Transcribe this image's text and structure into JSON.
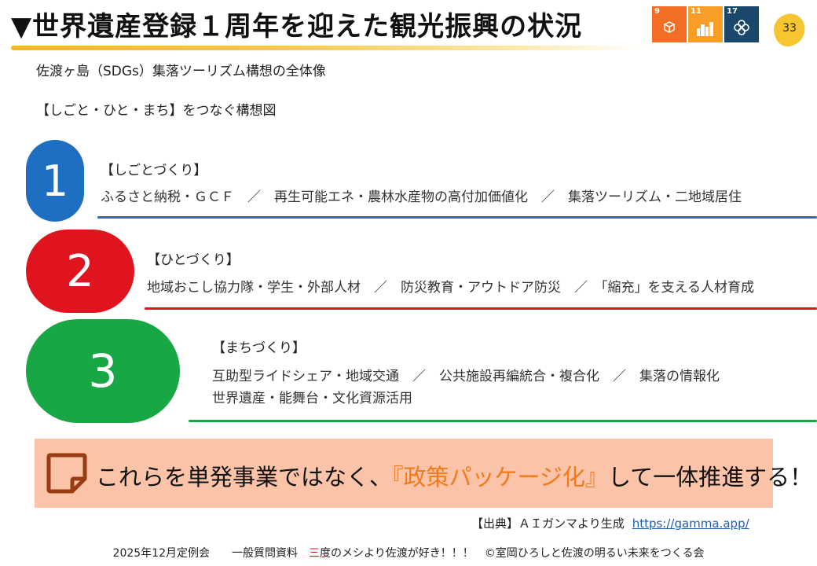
{
  "header": {
    "title": "▼世界遺産登録１周年を迎えた観光振興の状況",
    "page_number": "33",
    "sdg_icons": [
      {
        "number": "9",
        "color": "#f36d25",
        "icon": "cubes-icon"
      },
      {
        "number": "11",
        "color": "#f99d26",
        "icon": "city-buildings-icon"
      },
      {
        "number": "17",
        "color": "#19486a",
        "icon": "partnership-flower-icon"
      }
    ]
  },
  "subtitle": "佐渡ヶ島（SDGs）集落ツーリズム構想の全体像",
  "concept_label": "【しごと・ひと・まち】をつなぐ構想図",
  "sections": [
    {
      "number": "1",
      "heading": "【しごとづくり】",
      "line1": "ふるさと納税・ＧＣＦ　／　再生可能エネ・農林水産物の高付加価値化　／　集落ツーリズム・二地域居住",
      "color": "#1e6ec1"
    },
    {
      "number": "2",
      "heading": "【ひとづくり】",
      "line1": "地域おこし協力隊・学生・外部人材　／　防災教育・アウトドア防災　／　「縮充」を支える人材育成",
      "color": "#e0141e"
    },
    {
      "number": "3",
      "heading": "【まちづくり】",
      "line1": "互助型ライドシェア・地域交通　／　公共施設再編統合・複合化　／　集落の情報化",
      "line2": "世界遺産・能舞台・文化資源活用",
      "color": "#19a745"
    }
  ],
  "banner": {
    "text_before": "これらを単発事業ではなく、",
    "highlight": "『政策パッケージ化』",
    "text_after": "して一体推進する！"
  },
  "source": {
    "label": "【出典】ＡＩガンマより生成",
    "url": "https://gamma.app/"
  },
  "footer": {
    "part1": "2025年12月定例会　　一般質問資料　",
    "red": "三",
    "part2": "度のメシより佐渡が好き！！！　©室岡ひろしと佐渡の明るい未来をつくる会"
  }
}
